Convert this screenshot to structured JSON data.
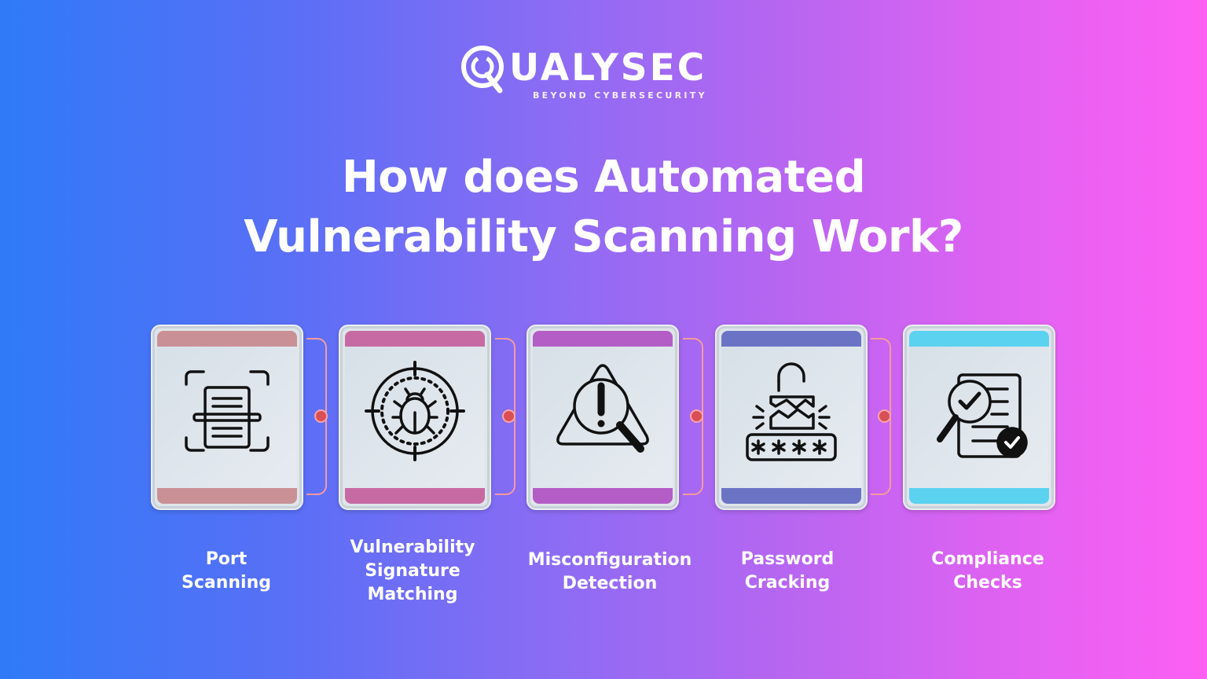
{
  "brand": {
    "name": "QUALYSEC",
    "name_rest": "UALYSEC",
    "tagline": "BEYOND CYBERSECURITY",
    "icon": "q-logo-icon"
  },
  "title": {
    "line1": "How does Automated",
    "line2": "Vulnerability Scanning Work?"
  },
  "colors": {
    "bg_start": "#2f7af8",
    "bg_end": "#fd60f3",
    "connector": "#f59aa0",
    "dot": "#d94f55"
  },
  "steps": [
    {
      "label_lines": [
        "Port",
        "Scanning"
      ],
      "icon": "document-scan-icon",
      "band_color": "#c99196"
    },
    {
      "label_lines": [
        "Vulnerability",
        "Signature",
        "Matching"
      ],
      "icon": "bug-target-icon",
      "band_color": "#c76aa3"
    },
    {
      "label_lines": [
        "Misconfiguration",
        "Detection"
      ],
      "icon": "warning-magnifier-icon",
      "band_color": "#b45dc6"
    },
    {
      "label_lines": [
        "Password",
        "Cracking"
      ],
      "icon": "broken-lock-password-icon",
      "band_color": "#6b74c4"
    },
    {
      "label_lines": [
        "Compliance",
        "Checks"
      ],
      "icon": "compliance-check-icon",
      "band_color": "#5bd2f0"
    }
  ]
}
